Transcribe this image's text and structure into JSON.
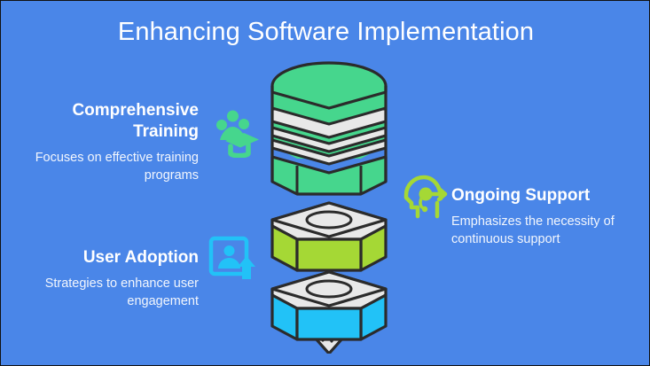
{
  "slide": {
    "background_color": "#4a86e8",
    "title": "Enhancing Software Implementation"
  },
  "blocks": [
    {
      "key": "comprehensive-training",
      "heading": "Comprehensive Training",
      "body": "Focuses on effective training programs",
      "icon": "people-graduation-cap-icon",
      "color": "#46d68d",
      "align": "right"
    },
    {
      "key": "user-adoption",
      "heading": "User Adoption",
      "body": "Strategies to enhance user engagement",
      "icon": "person-card-up-arrow-icon",
      "color": "#22c2f7",
      "align": "right"
    },
    {
      "key": "ongoing-support",
      "heading": "Ongoing Support",
      "body": "Emphasizes the necessity of continuous support",
      "icon": "headset-support-icon",
      "color": "#a5d835",
      "align": "left"
    }
  ],
  "funnel": {
    "name": "three-layer-funnel-diagram",
    "outline_color": "#2b2b2b",
    "light_face_color": "#e8e8e8",
    "layers": [
      {
        "key": "top",
        "label": "Comprehensive Training",
        "color": "#46d68d",
        "shape": "banded-cylinder"
      },
      {
        "key": "middle",
        "label": "Ongoing Support",
        "color": "#a5d835",
        "shape": "hex-prism-with-hole"
      },
      {
        "key": "bottom",
        "label": "User Adoption",
        "color": "#22c2f7",
        "shape": "hex-prism-with-cone"
      }
    ]
  }
}
